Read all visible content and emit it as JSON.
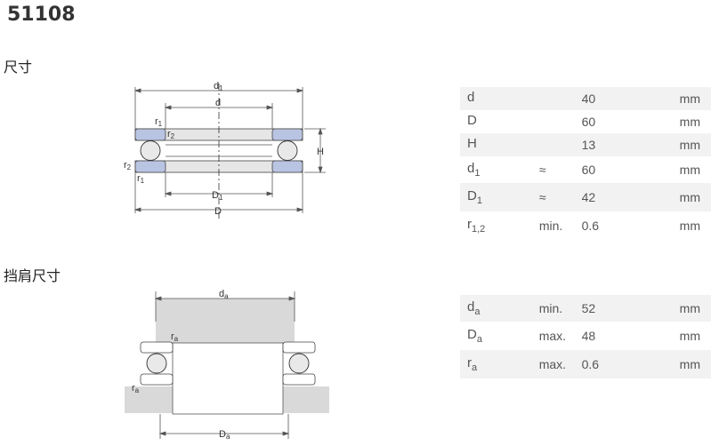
{
  "title": "51108",
  "sections": {
    "dimensions": "尺寸",
    "abutment": "挡肩尺寸"
  },
  "dimensions": [
    {
      "sym": "d",
      "sub": "",
      "qual": "",
      "value": "40",
      "unit": "mm"
    },
    {
      "sym": "D",
      "sub": "",
      "qual": "",
      "value": "60",
      "unit": "mm"
    },
    {
      "sym": "H",
      "sub": "",
      "qual": "",
      "value": "13",
      "unit": "mm"
    },
    {
      "sym": "d",
      "sub": "1",
      "qual": "≈",
      "value": "60",
      "unit": "mm"
    },
    {
      "sym": "D",
      "sub": "1",
      "qual": "≈",
      "value": "42",
      "unit": "mm"
    },
    {
      "sym": "r",
      "sub": "1,2",
      "qual": "min.",
      "value": "0.6",
      "unit": "mm"
    }
  ],
  "abutment": [
    {
      "sym": "d",
      "sub": "a",
      "qual": "min.",
      "value": "52",
      "unit": "mm"
    },
    {
      "sym": "D",
      "sub": "a",
      "qual": "max.",
      "value": "48",
      "unit": "mm"
    },
    {
      "sym": "r",
      "sub": "a",
      "qual": "max.",
      "value": "0.6",
      "unit": "mm"
    }
  ],
  "diagram1_labels": {
    "d1": "d",
    "d1_sub": "1",
    "d": "d",
    "r1_top": "r",
    "r1_top_sub": "1",
    "r2_top": "r",
    "r2_top_sub": "2",
    "r2_left": "r",
    "r2_left_sub": "2",
    "r1_left": "r",
    "r1_left_sub": "1",
    "H": "H",
    "D1": "D",
    "D1_sub": "1",
    "D": "D"
  },
  "diagram2_labels": {
    "da": "d",
    "da_sub": "a",
    "ra_top": "r",
    "ra_top_sub": "a",
    "ra_left": "r",
    "ra_left_sub": "a",
    "Da": "D",
    "Da_sub": "a"
  }
}
